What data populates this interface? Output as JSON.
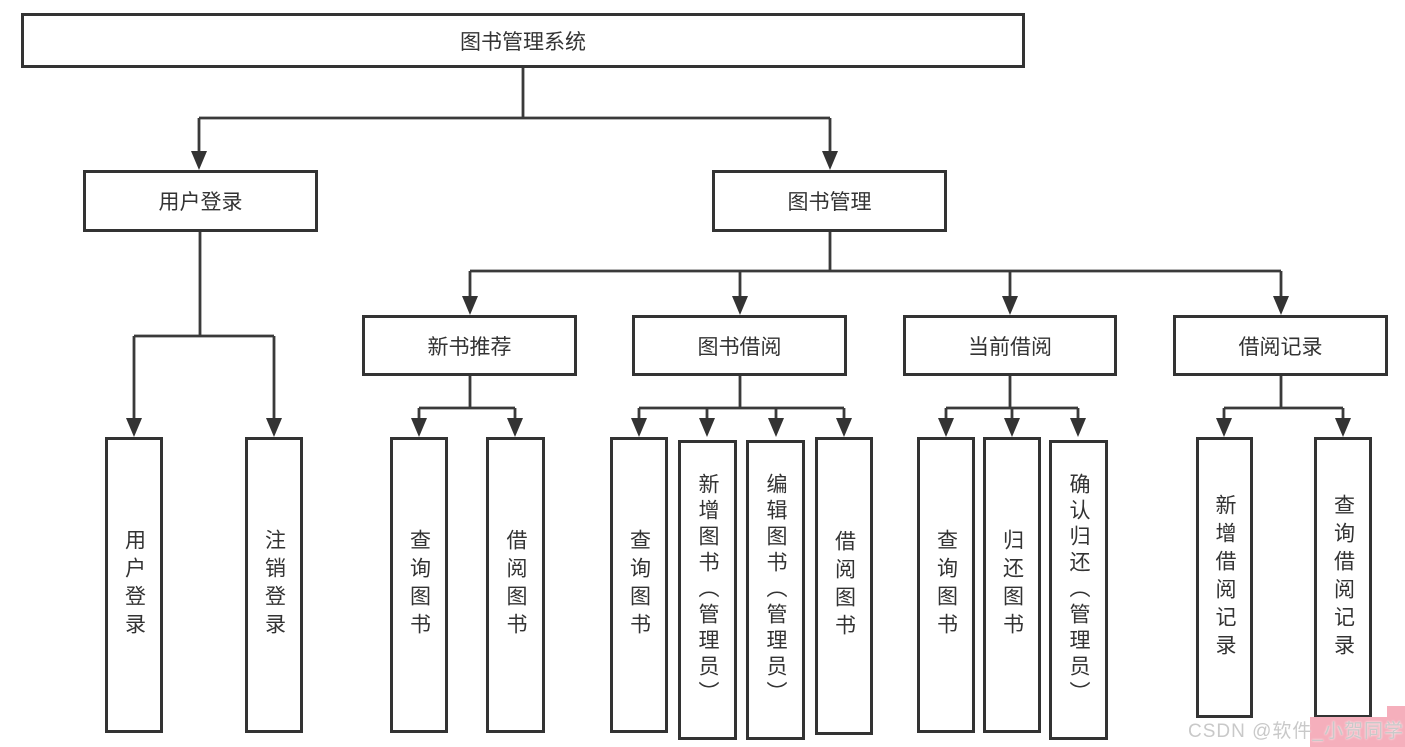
{
  "tree": {
    "root": {
      "label": "图书管理系统",
      "children": [
        {
          "label": "用户登录",
          "children": [
            {
              "label": "用户登录"
            },
            {
              "label": "注销登录"
            }
          ]
        },
        {
          "label": "图书管理",
          "children": [
            {
              "label": "新书推荐",
              "children": [
                {
                  "label": "查询图书"
                },
                {
                  "label": "借阅图书"
                }
              ]
            },
            {
              "label": "图书借阅",
              "children": [
                {
                  "label": "查询图书"
                },
                {
                  "label": "新增图书（管理员）"
                },
                {
                  "label": "编辑图书（管理员）"
                },
                {
                  "label": "借阅图书"
                }
              ]
            },
            {
              "label": "当前借阅",
              "children": [
                {
                  "label": "查询图书"
                },
                {
                  "label": "归还图书"
                },
                {
                  "label": "确认归还（管理员）"
                }
              ]
            },
            {
              "label": "借阅记录",
              "children": [
                {
                  "label": "新增借阅记录"
                },
                {
                  "label": "查询借阅记录"
                }
              ]
            }
          ]
        }
      ]
    }
  },
  "watermark": {
    "text": "CSDN @软件_小贺同学"
  },
  "colors": {
    "line": "#3a3a3a",
    "box_border": "#333333",
    "text": "#333333",
    "watermark_text": "#c9c9c9",
    "watermark_pink": "#f5afbc"
  }
}
